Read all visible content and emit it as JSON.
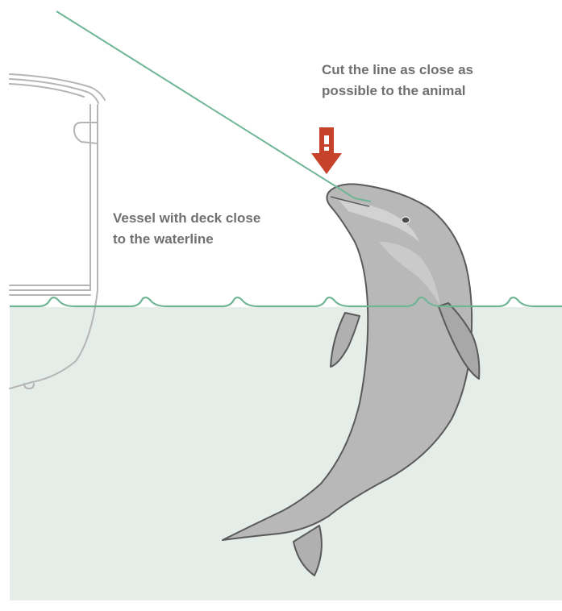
{
  "labels": {
    "cut_instruction": {
      "line1": "Cut the line as close as",
      "line2": "possible to the animal"
    },
    "vessel_description": {
      "line1": "Vessel with deck close",
      "line2": "to the waterline"
    }
  },
  "illustration": {
    "elements": [
      "vessel-hull",
      "fishing-line",
      "warning-arrow-icon",
      "dolphin",
      "water",
      "waterline"
    ]
  },
  "colors": {
    "water": "#e4ede8",
    "waterline": "#6fb596",
    "fishing_line": "#6fb596",
    "arrow": "#c6422b",
    "dolphin_body": "#b8b8b8",
    "dolphin_light": "#d2d2d2",
    "dolphin_outline": "#5a5a5a",
    "vessel_outline": "#b5b5b5",
    "label_text": "#707070"
  }
}
